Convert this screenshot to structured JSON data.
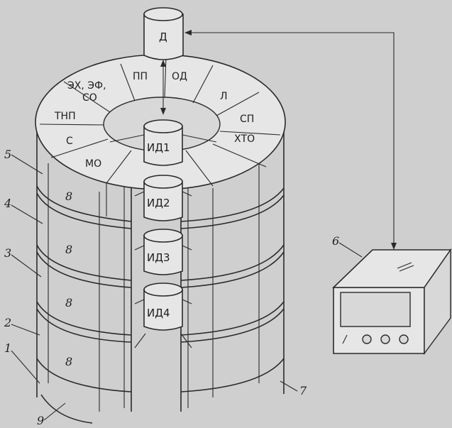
{
  "top_cylinder": "Д",
  "inner_cylinders": [
    "ИД1",
    "ИД2",
    "ИД3",
    "ИД4"
  ],
  "ring_sectors": {
    "pp": "ПП",
    "od": "ОД",
    "l": "Л",
    "sp": "СП",
    "xto": "ХТО",
    "ex_line1": "ЭХ, ЭФ,",
    "ex_line2": "СО",
    "tnp": "ТНП",
    "s": "С",
    "mo": "МО"
  },
  "segment_label": "8",
  "callouts": {
    "n1": "1",
    "n2": "2",
    "n3": "3",
    "n4": "4",
    "n5": "5",
    "n6": "6",
    "n7": "7",
    "n9": "9"
  },
  "colors": {
    "background": "#cfcfcf",
    "line": "#2a2a2a"
  }
}
